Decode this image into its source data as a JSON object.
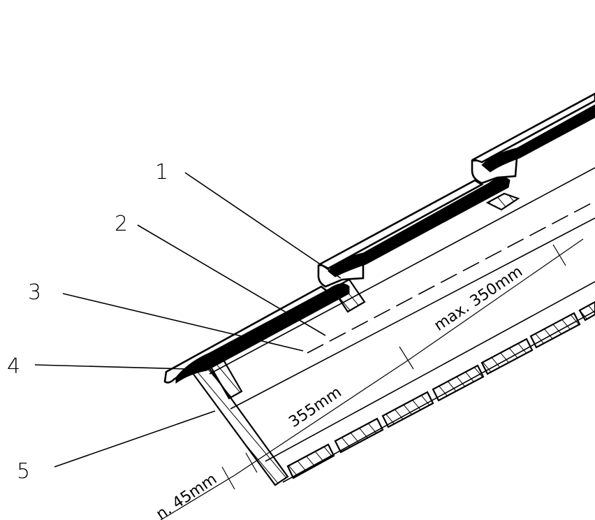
{
  "callouts": [
    {
      "number": "1"
    },
    {
      "number": "2"
    },
    {
      "number": "3"
    },
    {
      "number": "4"
    },
    {
      "number": "5"
    }
  ],
  "dimensions": {
    "gauge": "max. 350mm",
    "rafter_length": "355mm",
    "overhang": "n. 45mm"
  },
  "colors": {
    "ink": "#000000",
    "paper": "#ffffff"
  }
}
